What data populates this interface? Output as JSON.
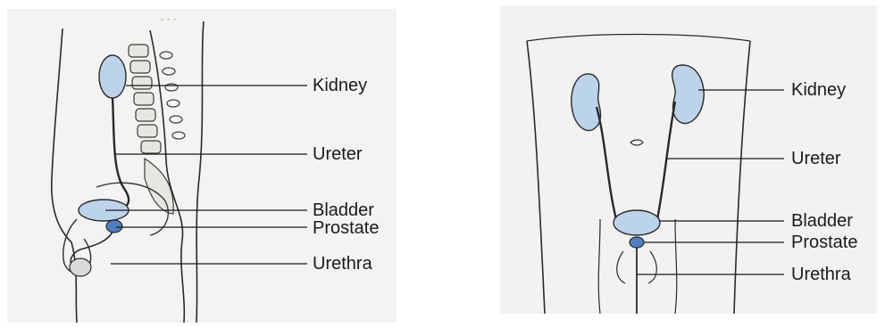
{
  "left_view": {
    "labels": {
      "kidney": "Kidney",
      "ureter": "Ureter",
      "bladder": "Bladder",
      "prostate": "Prostate",
      "urethra": "Urethra"
    }
  },
  "right_view": {
    "labels": {
      "kidney": "Kidney",
      "ureter": "Ureter",
      "bladder": "Bladder",
      "prostate": "Prostate",
      "urethra": "Urethra"
    }
  },
  "colors": {
    "organ_fill": "#bcd3ec",
    "prostate_fill": "#4f7fc0",
    "outline": "#2a2a2a",
    "label_line": "#1a1a1a"
  }
}
